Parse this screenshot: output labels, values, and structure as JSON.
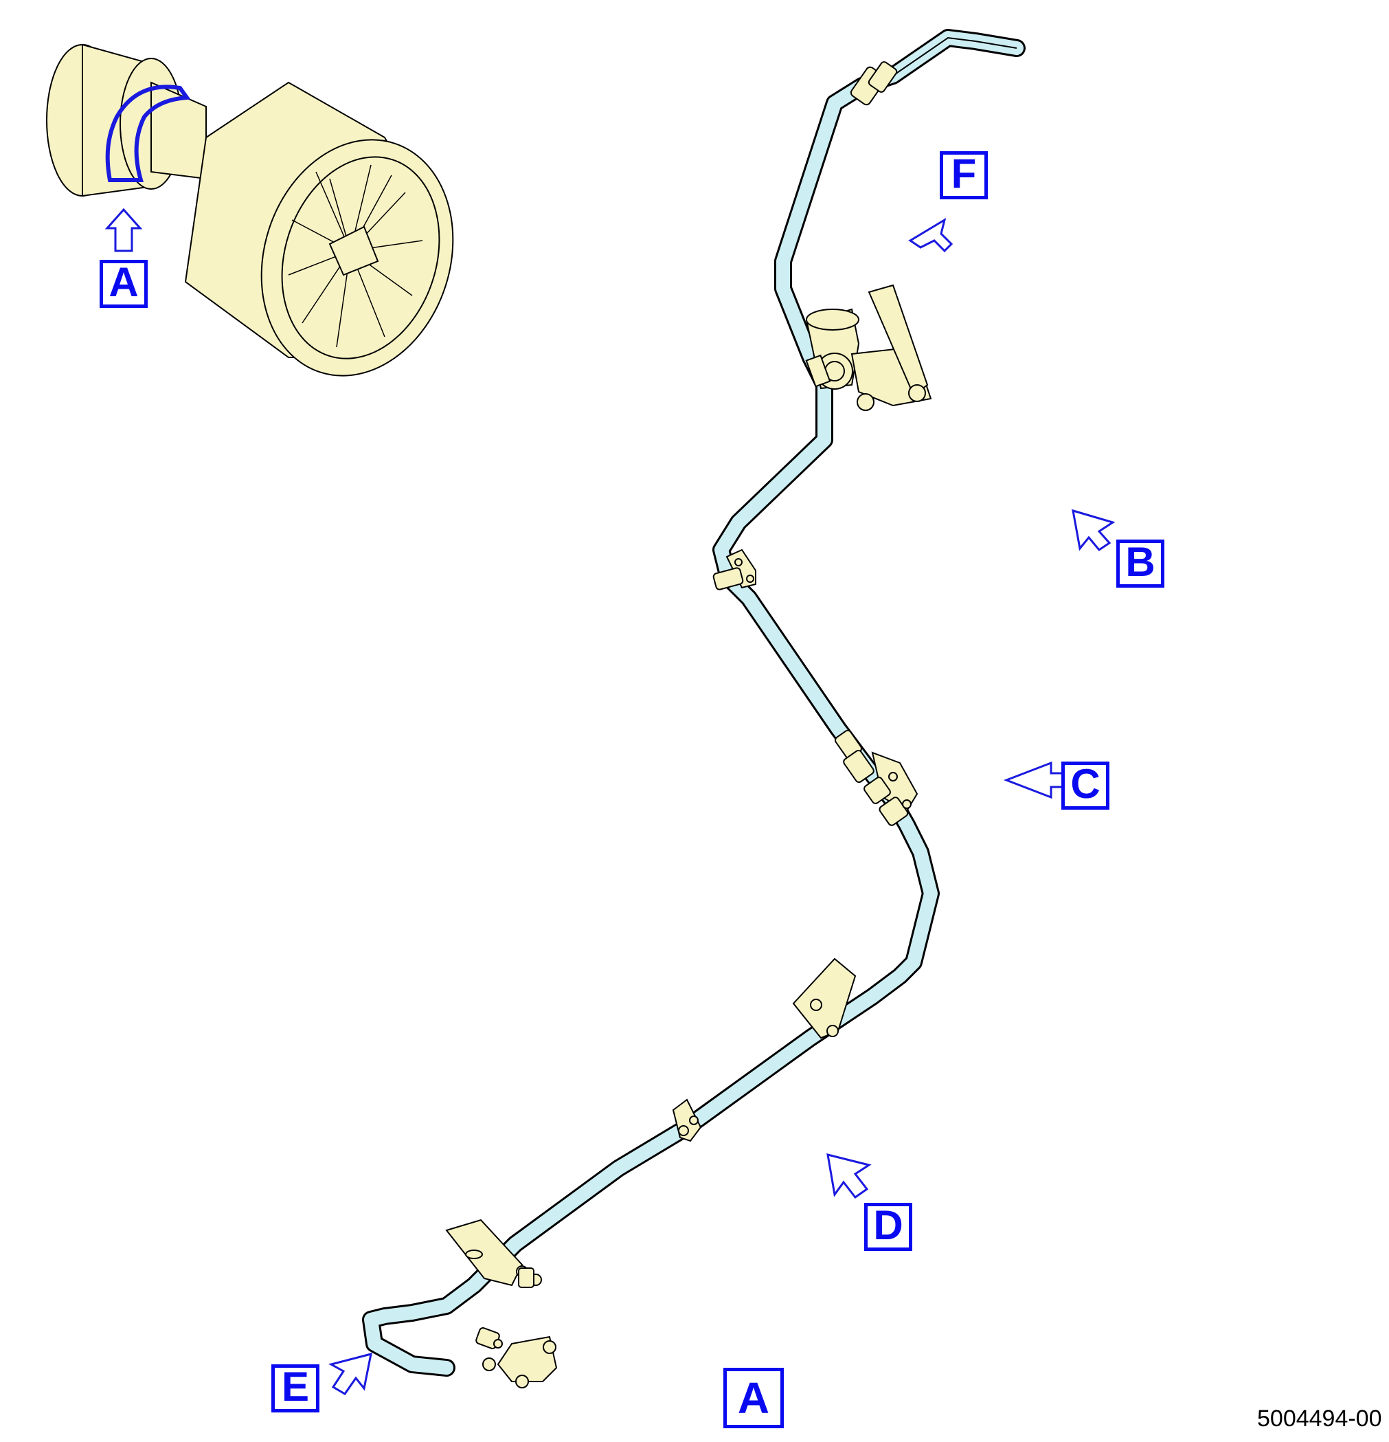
{
  "callouts": {
    "a_top": "A",
    "f": "F",
    "b": "B",
    "c": "C",
    "d": "D",
    "e": "E",
    "a_bottom": "A"
  },
  "document_number": "5004494-00",
  "colors": {
    "tube": "#cdeef3",
    "part": "#f7f3c4",
    "callout": "#0a0af0",
    "outline": "#000000"
  }
}
